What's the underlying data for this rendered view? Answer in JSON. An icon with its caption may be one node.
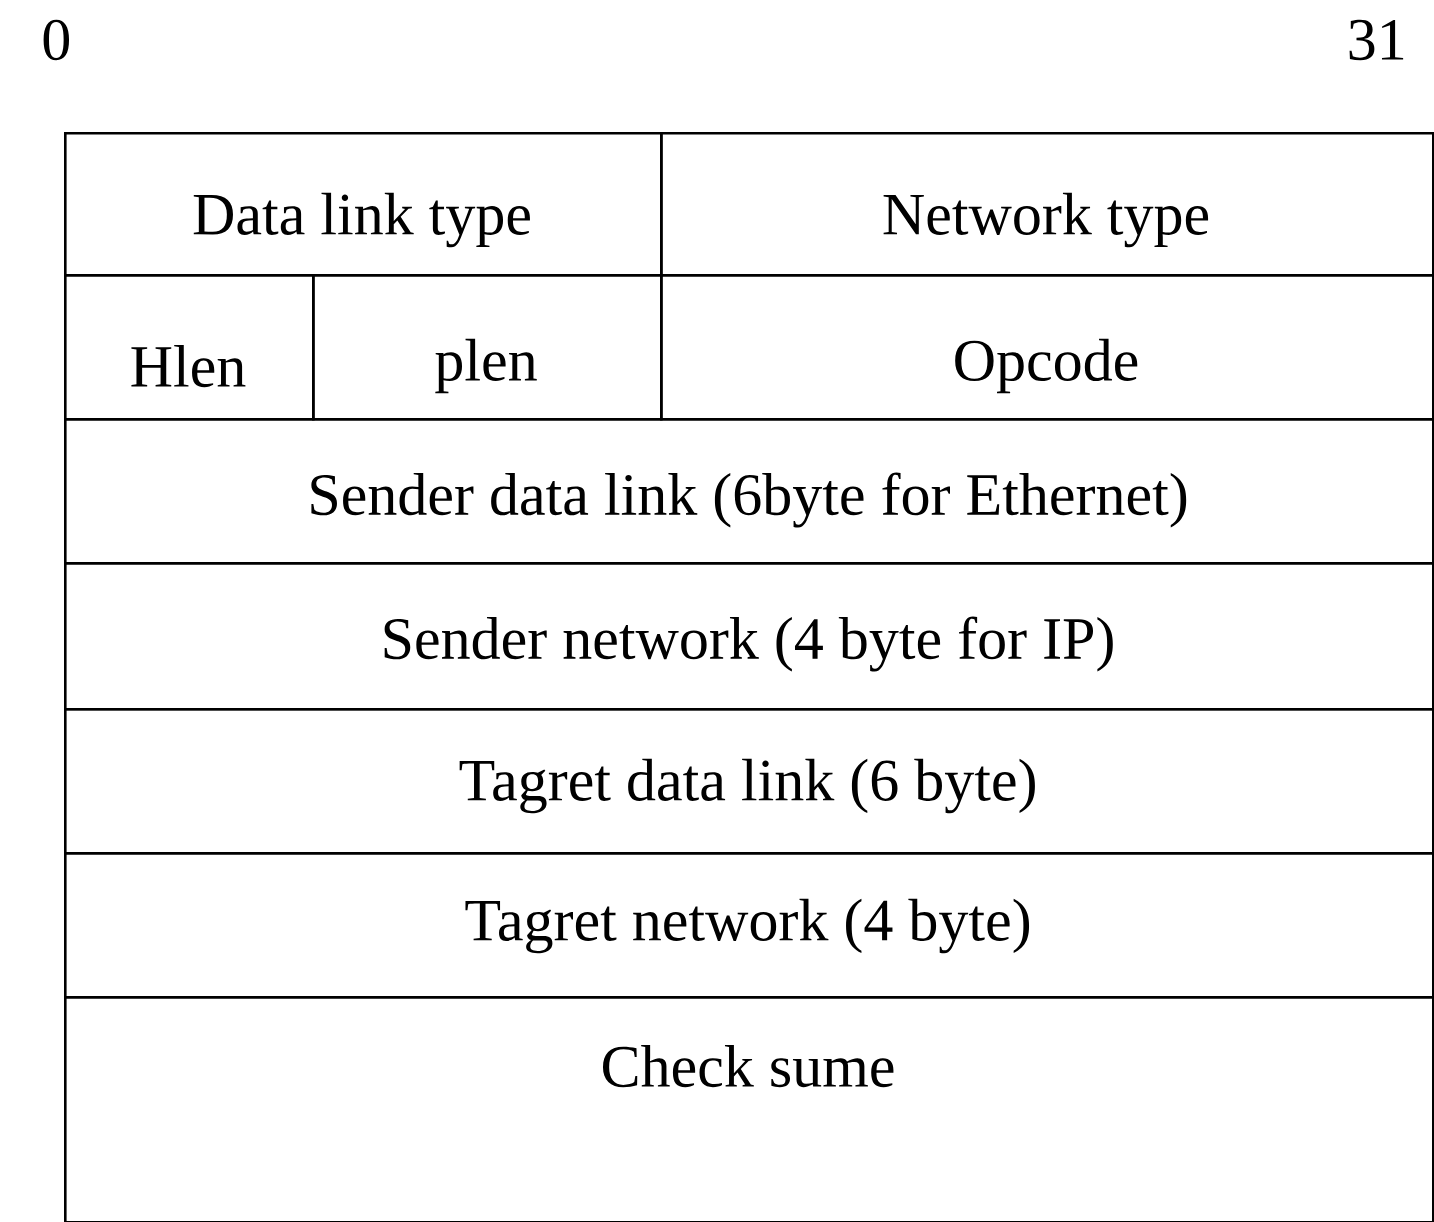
{
  "diagram": {
    "nodes": [
      {
        "text": [
          "Data link type"
        ]
      },
      {
        "text": [
          "Network type"
        ]
      },
      {
        "text": [
          "Hlen"
        ]
      },
      {
        "text": [
          "plen"
        ]
      },
      {
        "text": [
          "Opcode"
        ]
      },
      {
        "text": [
          "Sender data link (6byte for Ethernet)"
        ]
      },
      {
        "text": [
          "Sender network (4 byte for IP)"
        ]
      },
      {
        "text": [
          "Tagret data link (6 byte)"
        ]
      },
      {
        "text": [
          "Tagret network (4 byte)"
        ]
      },
      {
        "text": [
          "Check sume"
        ]
      }
    ],
    "labels": [
      "0",
      "31"
    ]
  }
}
